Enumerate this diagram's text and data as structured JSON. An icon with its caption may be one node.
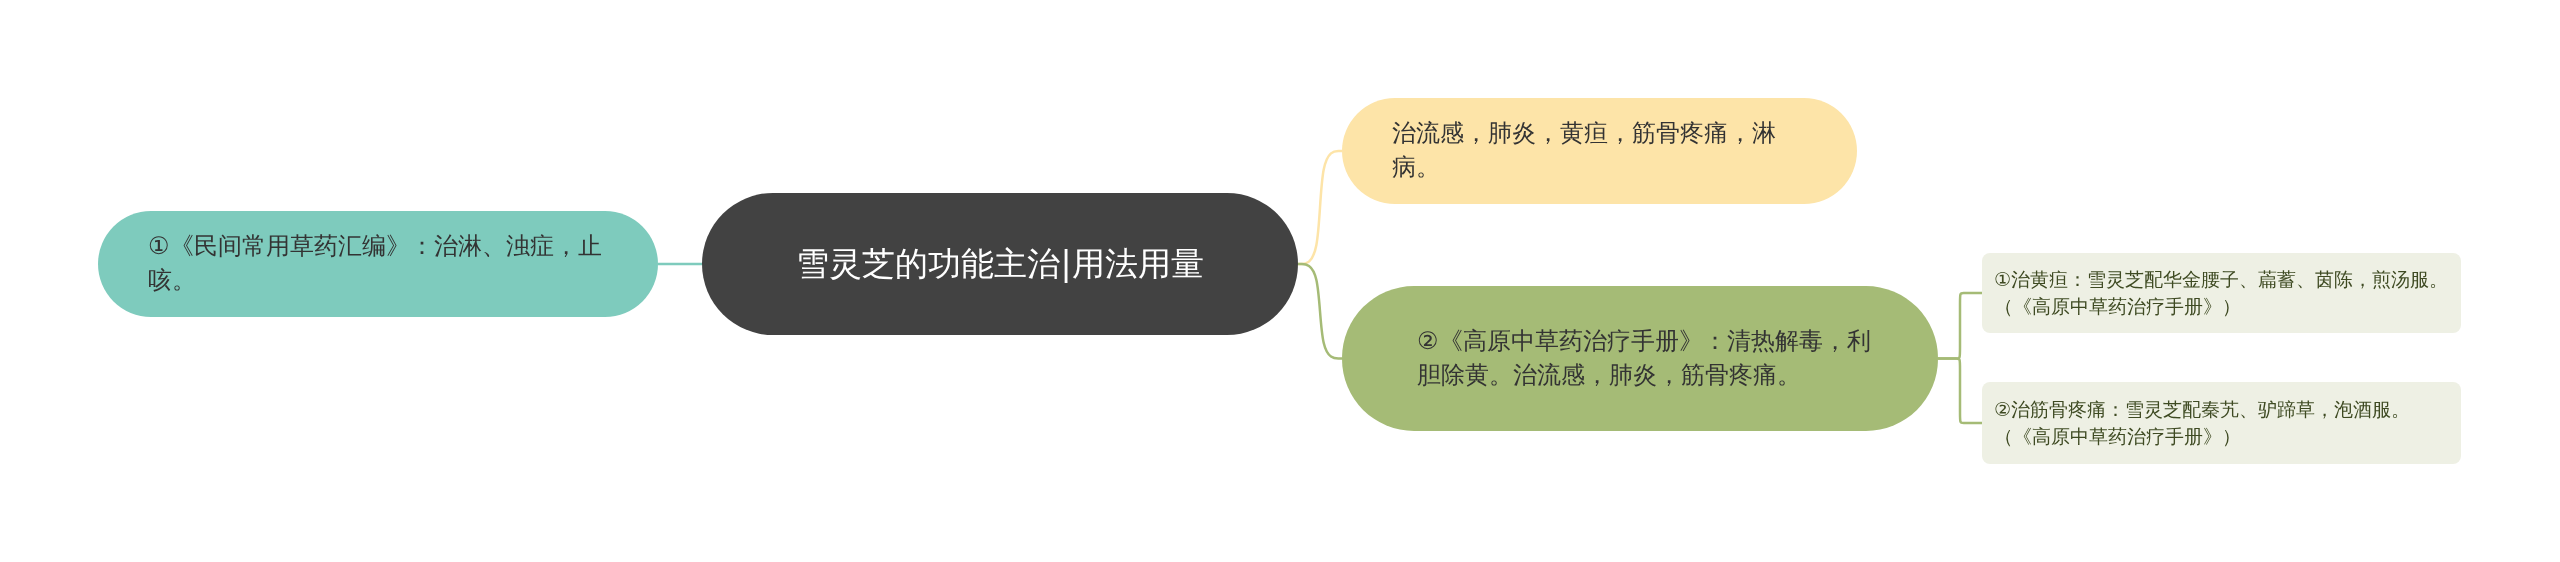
{
  "diagram": {
    "nodes": [
      {
        "text": [
          "雪灵芝的功能主治|用法用量"
        ]
      },
      {
        "text": [
          "①《民间常用草药汇编》：治淋、浊症，止咳。"
        ]
      },
      {
        "text": [
          "治流感，肺炎，黄疸，筋骨疼痛，淋病。"
        ]
      },
      {
        "text": [
          "②《高原中草药治疗手册》：清热解毒，利胆除黄。治流感，肺炎，筋骨疼痛。"
        ]
      },
      {
        "text": [
          "①治黄疸：雪灵芝配华金腰子、萹蓄、茵陈，煎汤服。（《高原中草药治疗手册》）"
        ]
      },
      {
        "text": [
          "②治筋骨疼痛：雪灵芝配秦艽、驴蹄草，泡酒服。（《高原中草药治疗手册》）"
        ]
      }
    ],
    "edges": [
      {
        "from": 0,
        "to": 1,
        "arrow": "none",
        "color": "#7ecbbd"
      },
      {
        "from": 0,
        "to": 2,
        "arrow": "none",
        "color": "#fde4a8"
      },
      {
        "from": 0,
        "to": 3,
        "arrow": "none"
      },
      {
        "from": 3,
        "to": 4,
        "arrow": "none"
      },
      {
        "from": 3,
        "to": 5,
        "arrow": "none"
      }
    ]
  }
}
